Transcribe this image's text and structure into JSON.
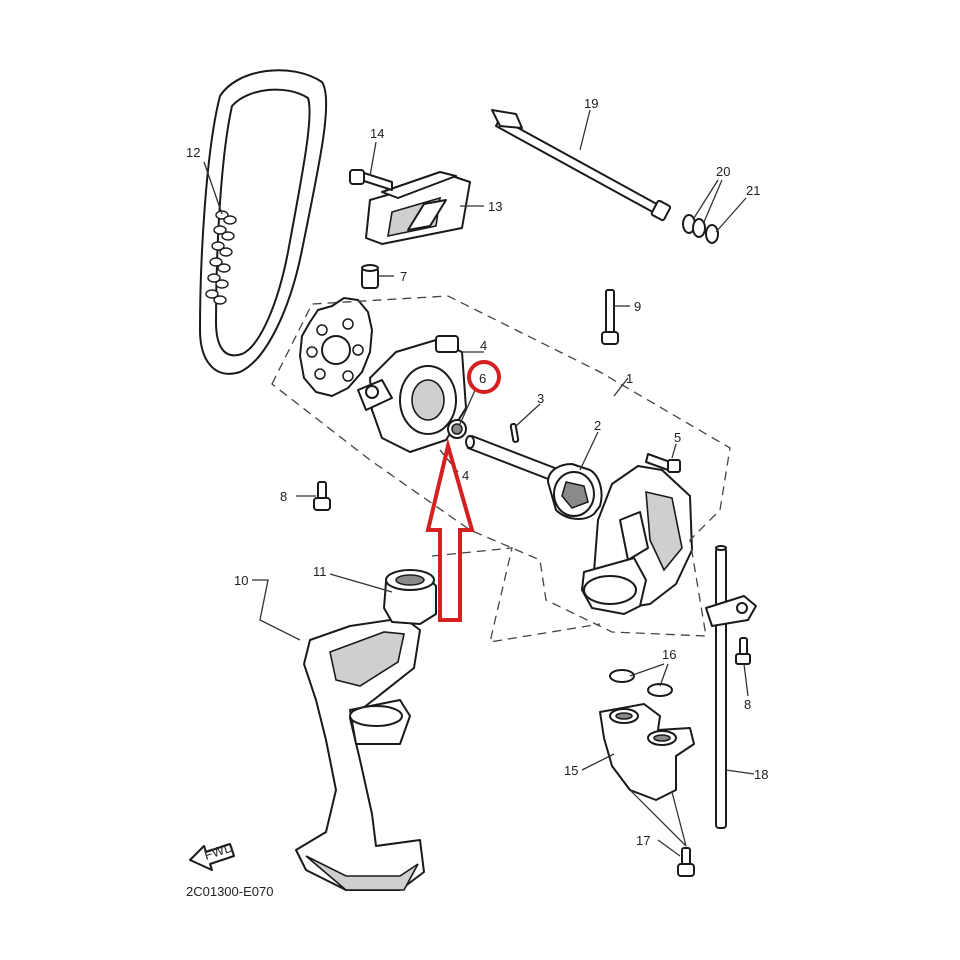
{
  "diagram": {
    "drawing_code": "2C01300-E070",
    "fwd_label": "FWD",
    "callouts": [
      {
        "id": "c1",
        "text": "1"
      },
      {
        "id": "c2",
        "text": "2"
      },
      {
        "id": "c3",
        "text": "3"
      },
      {
        "id": "c4a",
        "text": "4"
      },
      {
        "id": "c4b",
        "text": "4"
      },
      {
        "id": "c5",
        "text": "5"
      },
      {
        "id": "c6",
        "text": "6"
      },
      {
        "id": "c7",
        "text": "7"
      },
      {
        "id": "c8a",
        "text": "8"
      },
      {
        "id": "c8b",
        "text": "8"
      },
      {
        "id": "c9",
        "text": "9"
      },
      {
        "id": "c10",
        "text": "10"
      },
      {
        "id": "c11",
        "text": "11"
      },
      {
        "id": "c12",
        "text": "12"
      },
      {
        "id": "c13",
        "text": "13"
      },
      {
        "id": "c14",
        "text": "14"
      },
      {
        "id": "c15",
        "text": "15"
      },
      {
        "id": "c16",
        "text": "16"
      },
      {
        "id": "c17",
        "text": "17"
      },
      {
        "id": "c18",
        "text": "18"
      },
      {
        "id": "c19",
        "text": "19"
      },
      {
        "id": "c20",
        "text": "20"
      },
      {
        "id": "c21",
        "text": "21"
      }
    ],
    "highlight": {
      "target_callout": "6",
      "color": "#d42020"
    },
    "line_color": "#1a1a1a"
  }
}
